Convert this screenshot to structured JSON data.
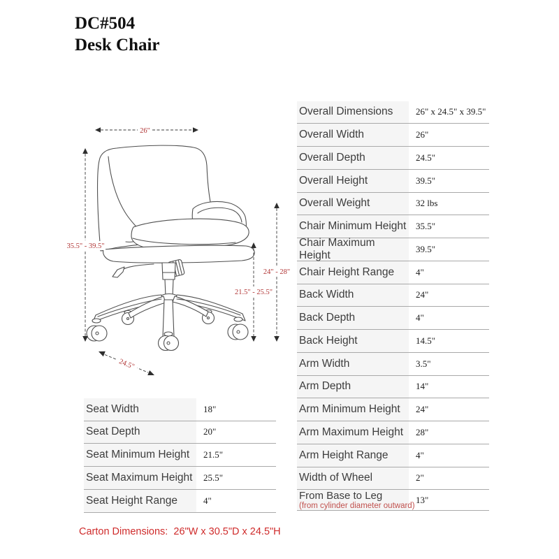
{
  "header": {
    "model": "DC#504",
    "product": "Desk Chair"
  },
  "diagram": {
    "overall_width": "26\"",
    "height_range": "35.5\" - 39.5\"",
    "arm_height_range": "24\" - 28\"",
    "seat_height_range": "21.5\" - 25.5\"",
    "overall_depth": "24.5\""
  },
  "seat_table": {
    "rows": [
      {
        "label": "Seat Width",
        "value": "18\""
      },
      {
        "label": "Seat Depth",
        "value": "20\""
      },
      {
        "label": "Seat Minimum Height",
        "value": "21.5\""
      },
      {
        "label": "Seat Maximum Height",
        "value": "25.5\""
      },
      {
        "label": "Seat Height Range",
        "value": "4\""
      }
    ]
  },
  "spec_table": {
    "rows": [
      {
        "label": "Overall Dimensions",
        "value": "26\" x 24.5\" x 39.5\""
      },
      {
        "label": "Overall Width",
        "value": "26\""
      },
      {
        "label": "Overall Depth",
        "value": "24.5\""
      },
      {
        "label": "Overall Height",
        "value": "39.5\""
      },
      {
        "label": "Overall Weight",
        "value": "32 lbs"
      },
      {
        "label": "Chair Minimum Height",
        "value": "35.5\""
      },
      {
        "label": "Chair Maximum Height",
        "value": "39.5\""
      },
      {
        "label": "Chair Height Range",
        "value": "4\""
      },
      {
        "label": "Back Width",
        "value": "24\""
      },
      {
        "label": "Back Depth",
        "value": "4\""
      },
      {
        "label": "Back Height",
        "value": "14.5\""
      },
      {
        "label": "Arm Width",
        "value": "3.5\""
      },
      {
        "label": "Arm Depth",
        "value": "14\""
      },
      {
        "label": "Arm Minimum Height",
        "value": "24\""
      },
      {
        "label": "Arm Maximum Height",
        "value": "28\""
      },
      {
        "label": "Arm Height Range",
        "value": "4\""
      },
      {
        "label": "Width of Wheel",
        "value": "2\""
      },
      {
        "label": "From Base to Leg",
        "sublabel": "(from cylinder diameter outward)",
        "value": "13\""
      }
    ]
  },
  "footer": {
    "carton_dimensions": "Carton Dimensions:  26\"W x 30.5\"D x 24.5\"H"
  }
}
